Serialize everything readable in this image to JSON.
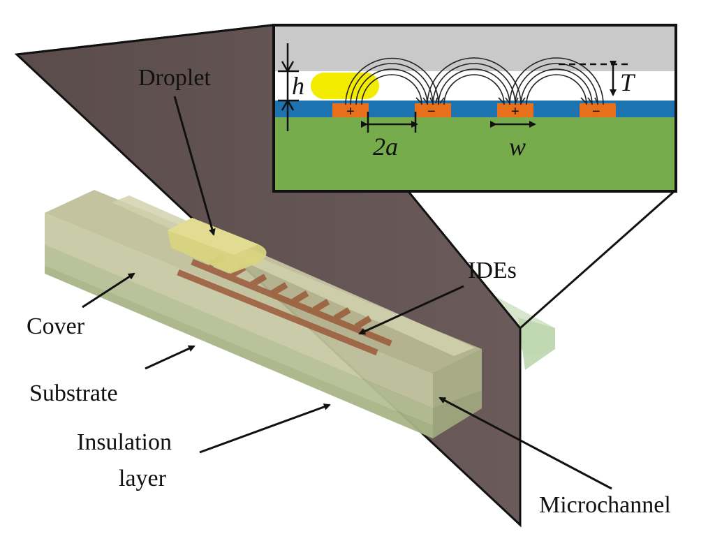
{
  "labels": {
    "droplet": "Droplet",
    "ides": "IDEs",
    "cover": "Cover",
    "substrate": "Substrate",
    "insulation_line1": "Insulation",
    "insulation_line2": "layer",
    "microchannel": "Microchannel"
  },
  "symbols": {
    "h": "h",
    "T": "T",
    "two_a": "2a",
    "w": "w"
  },
  "electrode_signs": [
    "+",
    "−",
    "+",
    "−"
  ],
  "colors": {
    "cover_gray": "#c9c9c9",
    "channel_white": "#ffffff",
    "insulation_blue": "#1d72b0",
    "substrate_green": "#76ac4c",
    "electrode_orange": "#e8701b",
    "droplet_yellow": "#f4ec00",
    "clip_plane": "#5a4a4a"
  }
}
